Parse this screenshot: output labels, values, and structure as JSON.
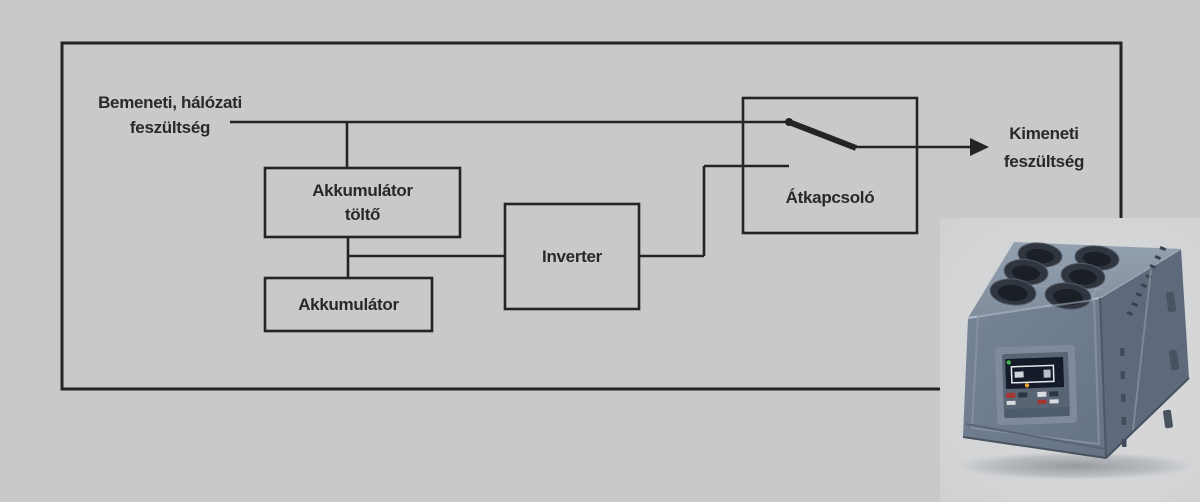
{
  "page": {
    "background_color": "#c9c9c9",
    "line_color": "#242424",
    "text_color": "#292929"
  },
  "diagram": {
    "labels": {
      "input_line1": "Bemeneti, hálózati",
      "input_line2": "feszültség",
      "output_line1": "Kimeneti",
      "output_line2": "feszültség"
    },
    "blocks": {
      "charger_line1": "Akkumulátor",
      "charger_line2": "töltő",
      "battery": "Akkumulátor",
      "inverter": "Inverter",
      "switch": "Átkapcsoló"
    }
  },
  "photo": {
    "top_face_color": "#8894a4",
    "front_face_color": "#6e7b8e",
    "side_face_color": "#5e6a7c",
    "socket_color": "#303640",
    "led_green": "#3db54a",
    "led_amber": "#e8a22c"
  }
}
